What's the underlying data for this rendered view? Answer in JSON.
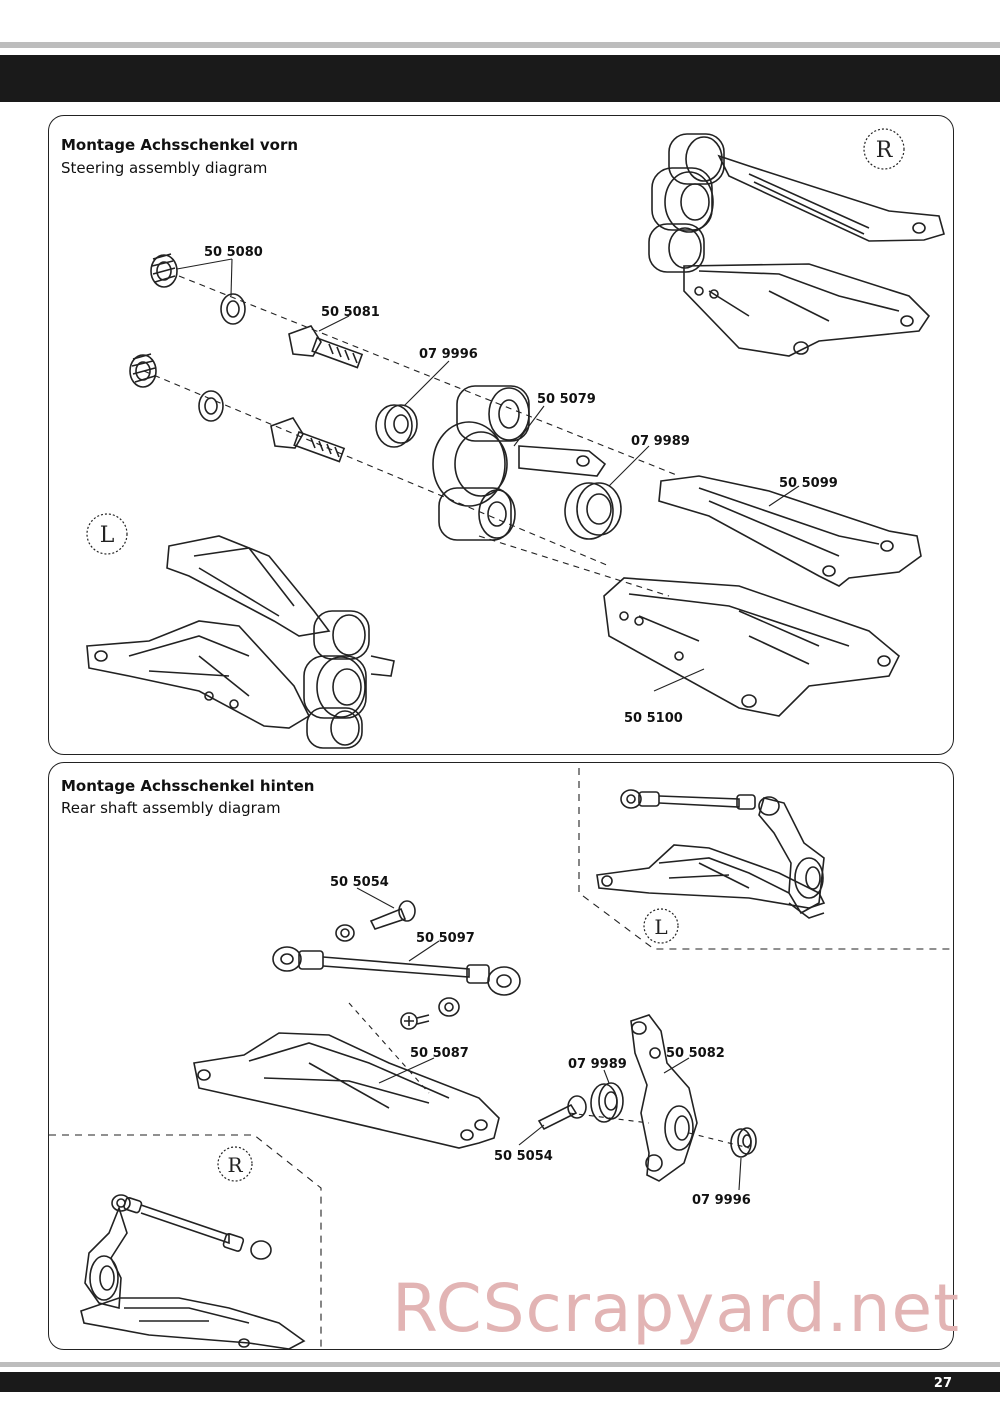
{
  "front": {
    "title": "Montage Achsschenkel vorn",
    "subtitle": "Steering assembly diagram",
    "parts": {
      "p1": "50 5080",
      "p2": "50 5081",
      "p3": "07 9996",
      "p4": "50 5079",
      "p5": "07 9989",
      "p6": "50 5099",
      "p7": "50 5100"
    },
    "side_right": "R",
    "side_left": "L"
  },
  "rear": {
    "title": "Montage Achsschenkel hinten",
    "subtitle": "Rear shaft assembly diagram",
    "parts": {
      "p1": "50 5054",
      "p2": "50 5097",
      "p3": "50 5087",
      "p4": "07 9989",
      "p5": "50 5082",
      "p6": "50 5054",
      "p7": "07 9996"
    },
    "side_left": "L",
    "side_right": "R"
  },
  "page_number": "27",
  "watermark": "RCScrapyard.net"
}
